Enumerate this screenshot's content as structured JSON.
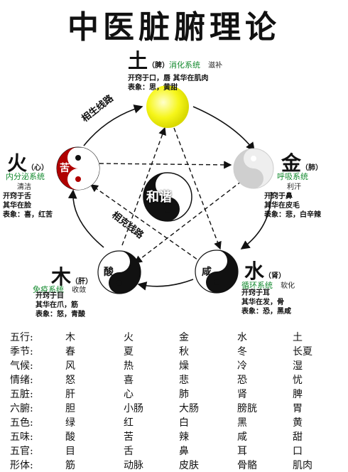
{
  "title": "中医脏腑理论",
  "center_label": "和谐",
  "paths": {
    "generating": "相生线路",
    "controlling": "相克线路"
  },
  "elements": {
    "earth": {
      "name": "土",
      "organ": "（脾）",
      "system": "消化系统",
      "note": "滋补",
      "lines": [
        "开窍于口，唇 其华在肌肉",
        "表象：思，黄甜"
      ]
    },
    "fire": {
      "name": "火",
      "organ": "（心）",
      "system": "内分泌系统",
      "note": "清洁",
      "ball_char": "苦",
      "lines": [
        "开窍于舌",
        "其华在脸",
        "表象：喜，红苦"
      ]
    },
    "metal": {
      "name": "金",
      "organ": "（肺）",
      "system": "呼吸系统",
      "note": "利汗",
      "lines": [
        "开窍于鼻",
        "其华在皮毛",
        "表象：悲，白辛辣"
      ]
    },
    "wood": {
      "name": "木",
      "organ": "（肝）",
      "system": "免疫系统",
      "note": "收敛",
      "ball_char": "酸",
      "lines": [
        "开窍于目",
        "其华在爪，筋",
        "表象：怒，青酸"
      ]
    },
    "water": {
      "name": "水",
      "organ": "（肾）",
      "system": "循环系统",
      "note": "软化",
      "ball_char": "咸",
      "lines": [
        "开窍于耳",
        "其华在发，骨",
        "表象：恐，黑咸"
      ]
    }
  },
  "table": {
    "rows": [
      {
        "label": "五行:",
        "values": [
          "木",
          "火",
          "金",
          "水",
          "土"
        ]
      },
      {
        "label": "季节:",
        "values": [
          "春",
          "夏",
          "秋",
          "冬",
          "长夏"
        ]
      },
      {
        "label": "气候:",
        "values": [
          "风",
          "热",
          "燥",
          "冷",
          "湿"
        ]
      },
      {
        "label": "情绪:",
        "values": [
          "怒",
          "喜",
          "悲",
          "恐",
          "忧"
        ]
      },
      {
        "label": "五脏:",
        "values": [
          "肝",
          "心",
          "肺",
          "肾",
          "脾"
        ]
      },
      {
        "label": "六腑:",
        "values": [
          "胆",
          "小肠",
          "大肠",
          "膀胱",
          "胃"
        ]
      },
      {
        "label": "五色:",
        "values": [
          "绿",
          "红",
          "白",
          "黑",
          "黄"
        ]
      },
      {
        "label": "五味:",
        "values": [
          "酸",
          "苦",
          "辣",
          "咸",
          "甜"
        ]
      },
      {
        "label": "五官:",
        "values": [
          "目",
          "舌",
          "鼻",
          "耳",
          "口"
        ]
      },
      {
        "label": "形体:",
        "values": [
          "筋",
          "动脉",
          "皮肤",
          "骨骼",
          "肌肉"
        ]
      }
    ]
  },
  "colors": {
    "earth": "#f2f20a",
    "fire": "#b00000",
    "metal": "#d9d9d9",
    "wood": "#111111",
    "water": "#111111",
    "system_text": "#138a2e"
  }
}
